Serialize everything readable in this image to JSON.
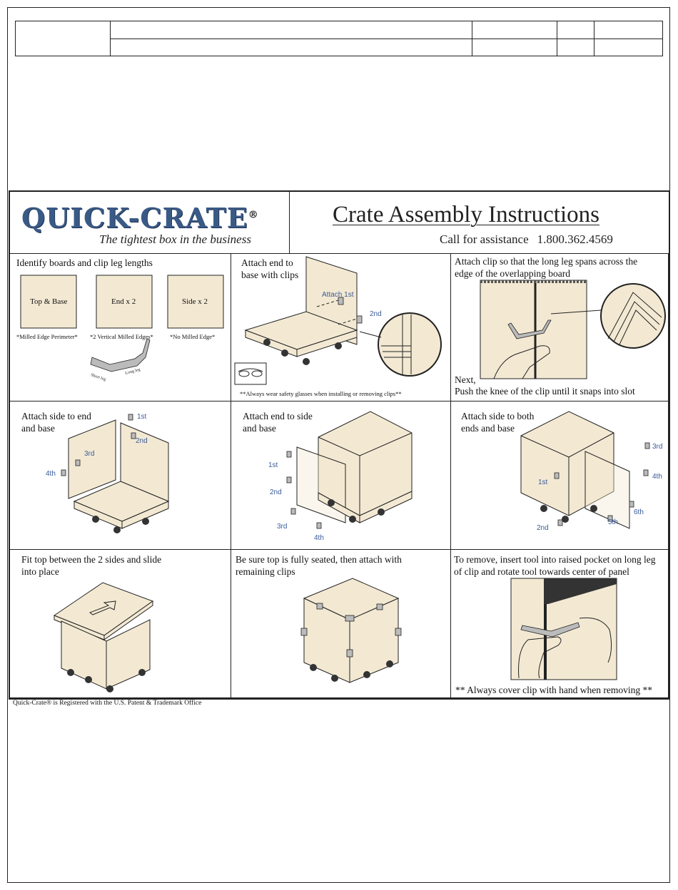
{
  "header_form": {
    "rows": 2
  },
  "brand": {
    "logo": "QUICK-CRATE",
    "registered": "®",
    "tagline": "The tightest box in the business"
  },
  "title": "Crate Assembly Instructions",
  "assistance": {
    "label": "Call for assistance",
    "phone": "1.800.362.4569"
  },
  "steps": [
    {
      "caption_lines": [
        "Identify boards and clip leg lengths"
      ],
      "boards": [
        {
          "label": "Top & Base",
          "note": "*Milled Edge Perimeter*"
        },
        {
          "label": "End x 2",
          "note": "*2 Vertical Milled Edges*"
        },
        {
          "label": "Side x 2",
          "note": "*No Milled Edge*"
        }
      ],
      "clip_legs": [
        "Short leg",
        "Long leg"
      ]
    },
    {
      "caption_lines": [
        "Attach end to",
        "base with clips"
      ],
      "callouts": [
        "Attach 1st",
        "2nd"
      ],
      "note": "**Always wear safety glasses when installing or removing clips**"
    },
    {
      "caption_lines": [
        "Attach clip so that the long leg spans across the",
        "edge of the overlapping board"
      ],
      "note_lines": [
        "Next,",
        "Push the knee of the clip until it snaps into slot"
      ]
    },
    {
      "caption_lines": [
        "Attach side to end",
        "and base"
      ],
      "callouts": [
        "1st",
        "2nd",
        "3rd",
        "4th"
      ]
    },
    {
      "caption_lines": [
        "Attach end to side",
        "and base"
      ],
      "callouts": [
        "1st",
        "2nd",
        "3rd",
        "4th"
      ]
    },
    {
      "caption_lines": [
        "Attach side to both",
        "ends and base"
      ],
      "callouts": [
        "3rd",
        "4th",
        "1st",
        "6th",
        "2nd",
        "5th"
      ]
    },
    {
      "caption_lines": [
        "Fit top between the 2 sides and slide",
        "into place"
      ]
    },
    {
      "caption_lines": [
        "Be sure top is fully seated, then attach with",
        "remaining clips"
      ]
    },
    {
      "caption_lines": [
        "To remove, insert tool into raised pocket on long leg",
        "of clip and rotate tool towards center of panel"
      ],
      "note": "** Always cover clip with hand when removing **"
    }
  ],
  "footer": "Quick-Crate® is Registered with the U.S. Patent & Trademark Office"
}
